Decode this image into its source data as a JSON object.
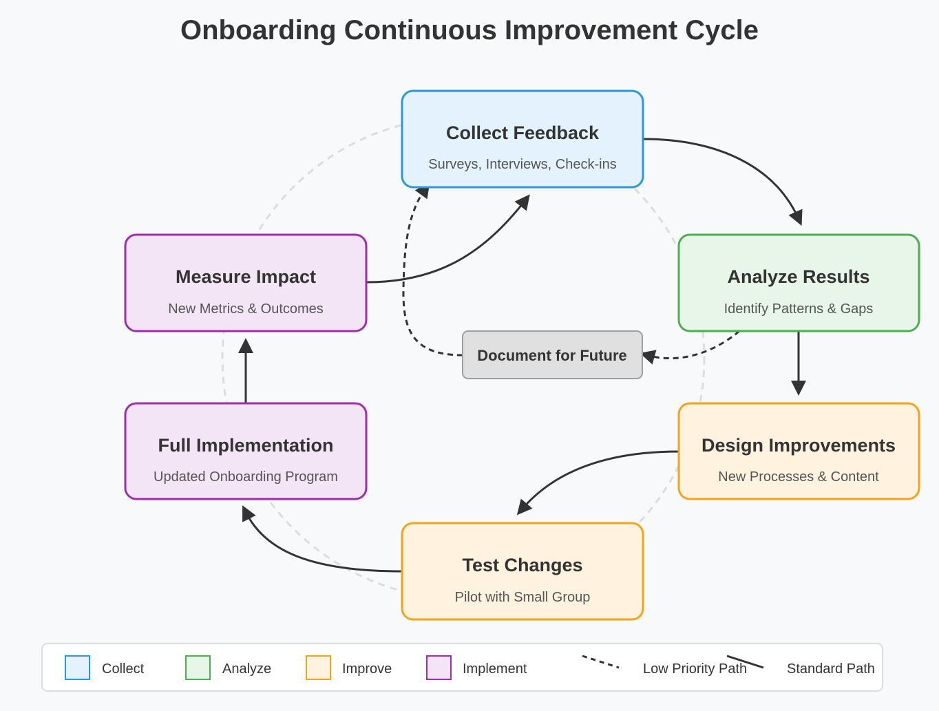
{
  "title": "Onboarding Continuous Improvement Cycle",
  "colors": {
    "collect": {
      "fill": "#e3f2fd",
      "stroke": "#2b98dc"
    },
    "analyze": {
      "fill": "#e8f5e9",
      "stroke": "#4caf50"
    },
    "improve": {
      "fill": "#fff3e0",
      "stroke": "#f5a31c"
    },
    "implement": {
      "fill": "#f3e5f5",
      "stroke": "#9c30ac"
    },
    "document": {
      "fill": "#e0e0e0",
      "stroke": "#9e9e9e"
    },
    "arrow": "#333333",
    "background_ring": "#dddddd"
  },
  "nodes": {
    "collect": {
      "title": "Collect Feedback",
      "subtitle": "Surveys, Interviews, Check-ins"
    },
    "analyze": {
      "title": "Analyze Results",
      "subtitle": "Identify Patterns & Gaps"
    },
    "design": {
      "title": "Design Improvements",
      "subtitle": "New Processes & Content"
    },
    "test": {
      "title": "Test Changes",
      "subtitle": "Pilot with Small Group"
    },
    "full": {
      "title": "Full Implementation",
      "subtitle": "Updated Onboarding Program"
    },
    "measure": {
      "title": "Measure Impact",
      "subtitle": "New Metrics & Outcomes"
    },
    "document": {
      "title": "Document for Future"
    }
  },
  "legend": {
    "collect": "Collect",
    "analyze": "Analyze",
    "improve": "Improve",
    "implement": "Implement",
    "low_priority": "Low Priority Path",
    "standard": "Standard Path"
  }
}
